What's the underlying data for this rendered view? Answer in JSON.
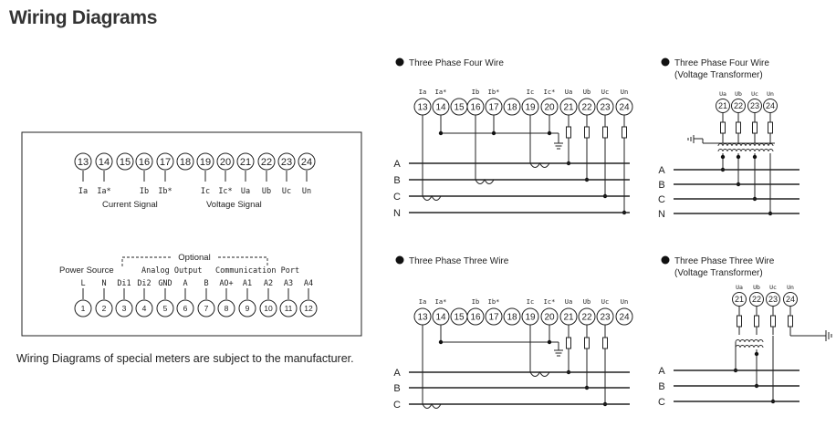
{
  "page": {
    "title": "Wiring Diagrams",
    "note": "Wiring Diagrams of special meters are subject to the manufacturer."
  },
  "terminal_panel": {
    "top_numbers": [
      "13",
      "14",
      "15",
      "16",
      "17",
      "18",
      "19",
      "20",
      "21",
      "22",
      "23",
      "24"
    ],
    "top_labels": [
      "Ia",
      "Ia*",
      "",
      "Ib",
      "Ib*",
      "",
      "Ic",
      "Ic*",
      "Ua",
      "Ub",
      "Uc",
      "Un"
    ],
    "current_signal": "Current Signal",
    "voltage_signal": "Voltage Signal",
    "optional": "Optional",
    "power_source": "Power Source",
    "analog_output": "Analog Output",
    "communication_port": "Communication Port",
    "bottom_numbers": [
      "1",
      "2",
      "3",
      "4",
      "5",
      "6",
      "7",
      "8",
      "9",
      "10",
      "11",
      "12"
    ],
    "bottom_labels": [
      "L",
      "N",
      "Di1",
      "Di2",
      "GND",
      "A",
      "B",
      "AO+",
      "A1",
      "A2",
      "A3",
      "A4"
    ]
  },
  "diagrams": {
    "d1_title": "Three Phase Four Wire",
    "d2_title": "Three Phase Four Wire",
    "d2_subtitle": "(Voltage Transformer)",
    "d3_title": "Three Phase Three Wire",
    "d4_title": "Three Phase Three Wire",
    "d4_subtitle": "(Voltage Transformer)",
    "numbers": [
      "13",
      "14",
      "15",
      "16",
      "17",
      "18",
      "19",
      "20",
      "21",
      "22",
      "23",
      "24"
    ],
    "current_labels": [
      "Ia",
      "Ia*",
      "Ib",
      "Ib*",
      "Ic",
      "Ic*"
    ],
    "voltage_labels": [
      "Ua",
      "Ub",
      "Uc",
      "Un"
    ],
    "vt_numbers": [
      "21",
      "22",
      "23",
      "24"
    ],
    "phases_4w": [
      "A",
      "B",
      "C",
      "N"
    ],
    "phases_3w": [
      "A",
      "B",
      "C"
    ]
  }
}
